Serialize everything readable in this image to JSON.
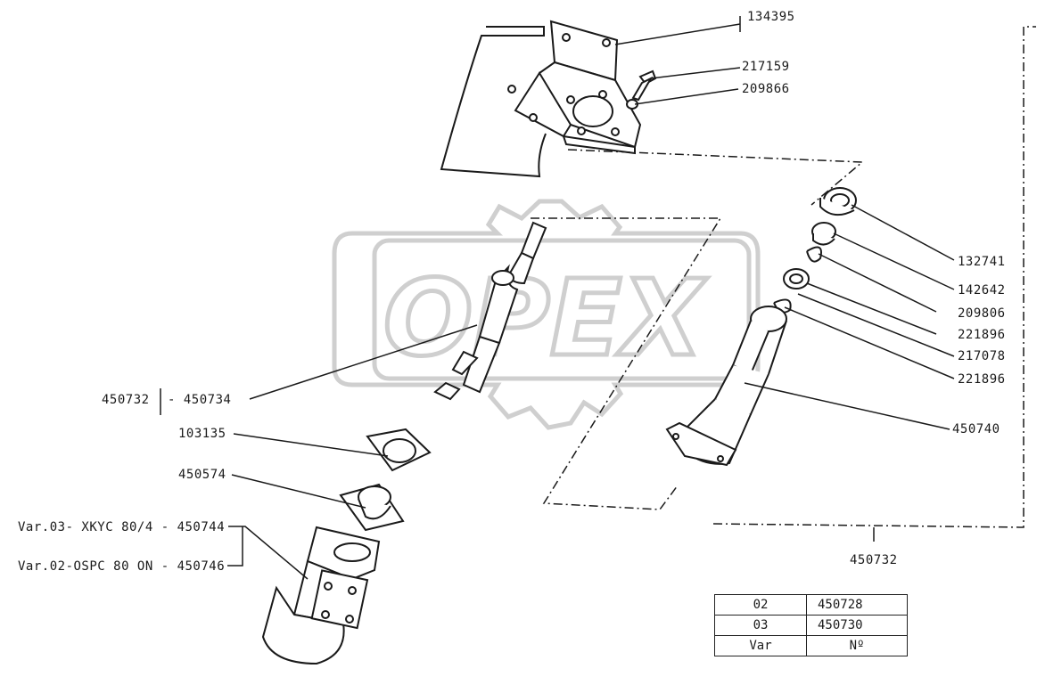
{
  "watermark": {
    "text": "OPEX"
  },
  "callouts": {
    "bracket_top": "134395",
    "screw": "217159",
    "washer_top": "209866",
    "cap": "132741",
    "bushing": "142642",
    "washer_right": "209806",
    "circlip_1": "221896",
    "bearing": "217078",
    "circlip_2": "221896",
    "column_tube": "450740",
    "column_assembly": "450732",
    "shaft_group": "450732",
    "shaft": "- 450734",
    "gasket": "103135",
    "flange": "450574",
    "variant_03": "Var.03- XKYC 80/4 - 450744",
    "variant_02": "Var.02-OSPC 80 ON - 450746"
  },
  "variant_table": {
    "rows": [
      {
        "var": "02",
        "no": "450728"
      },
      {
        "var": "03",
        "no": "450730"
      }
    ],
    "header": {
      "var": "Var",
      "no": "Nº"
    }
  },
  "colors": {
    "ink": "#1a1a1a",
    "watermark": "#d0d0d0",
    "paper": "#ffffff"
  }
}
